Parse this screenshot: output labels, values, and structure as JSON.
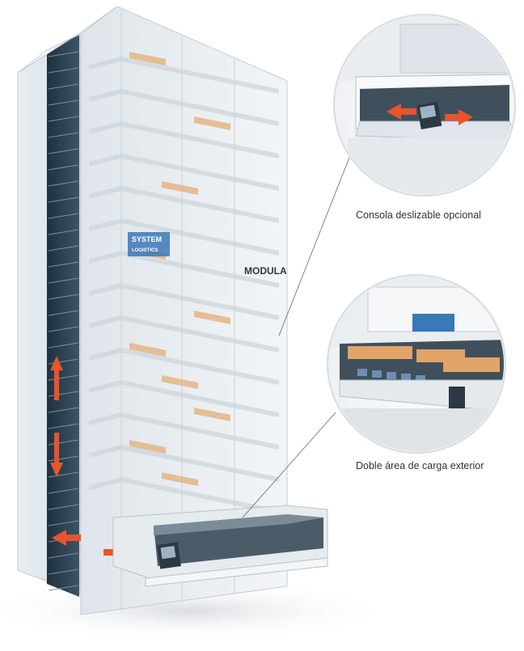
{
  "callouts": [
    {
      "label": "Consola deslizable opcional"
    },
    {
      "label": "Doble área de carga exterior"
    }
  ],
  "branding": {
    "system_logo_top": "SYSTEM",
    "system_logo_bottom": "LOGISTICS",
    "machine_brand": "MODULA"
  },
  "arrows": {
    "color": "#e8542b"
  }
}
